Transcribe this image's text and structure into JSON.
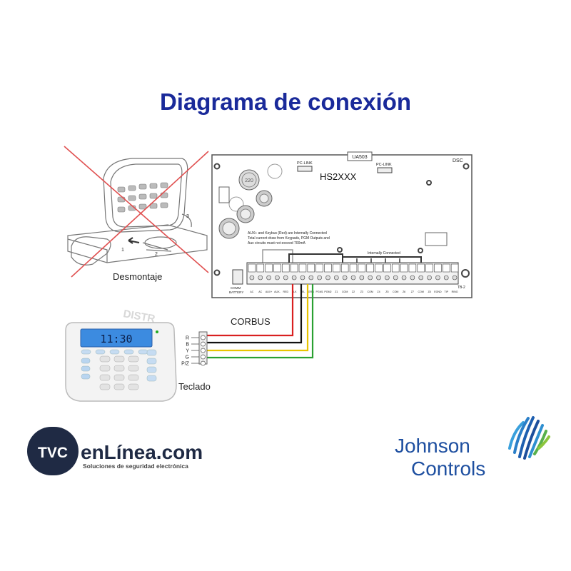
{
  "title": "Diagrama de conexión",
  "panel": {
    "model": "HS2XXX",
    "brand": "DSC",
    "chip": "UA503",
    "pclink_left": "PC-LINK",
    "pclink_right": "PC-LINK",
    "notes": [
      "AUX+ and Keybus (Red) are Internally Connected",
      "Total current draw from  Keypads, PGM Outputs and",
      "Aux circuits must not exceed 700mA"
    ],
    "internally_connected": "Internally Connected",
    "comm_label": "COMM",
    "battery_label": "BATTERY",
    "tb_label": "TB-2",
    "terminal_labels": [
      "AC",
      "AC",
      "AUX+",
      "AUX-",
      "RED",
      "BLK",
      "YEL",
      "GRN",
      "PGM1",
      "PGM2",
      "Z1",
      "COM",
      "Z2",
      "Z3",
      "COM",
      "Z4",
      "Z5",
      "COM",
      "Z6",
      "Z7",
      "COM",
      "Z8",
      "EGND",
      "TIP",
      "RING"
    ]
  },
  "bus_label": "CORBUS",
  "keypad": {
    "display": "11:30",
    "label": "Teclado",
    "terminals": [
      "R",
      "B",
      "Y",
      "G",
      "P/Z"
    ]
  },
  "removal_label": "Desmontaje",
  "watermark": "DISTR",
  "wire_colors": {
    "red": "#d92020",
    "black": "#111111",
    "yellow": "#e8c400",
    "green": "#2aa032"
  },
  "logos": {
    "tvc_badge": "TVC",
    "tvc_name": "enLínea.com",
    "tvc_tagline": "Soluciones de seguridad electrónica",
    "jc_line1": "Johnson",
    "jc_line2": "Controls"
  }
}
